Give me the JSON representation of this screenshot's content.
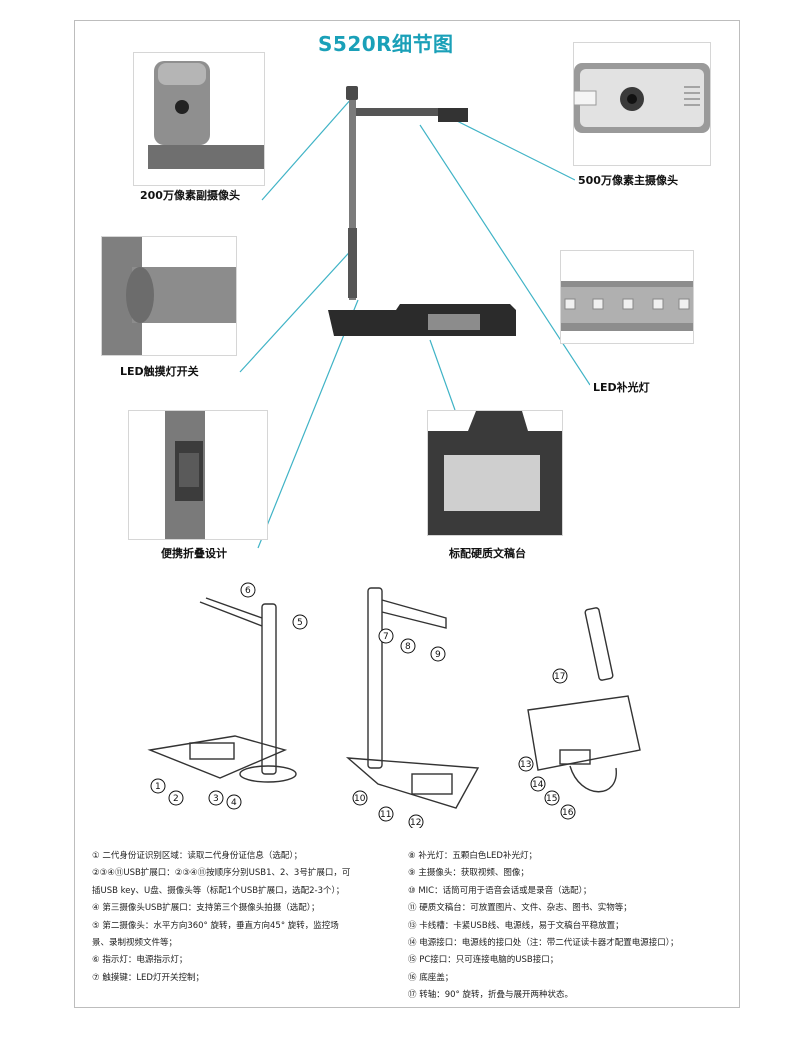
{
  "title": "S520R细节图",
  "callouts": {
    "sub_camera": "200万像素副摄像头",
    "main_camera": "500万像素主摄像头",
    "led_switch": "LED触摸灯开关",
    "led_light": "LED补光灯",
    "folding": "便携折叠设计",
    "document_base": "标配硬质文稿台"
  },
  "diagram_numbers": [
    "1",
    "2",
    "3",
    "4",
    "5",
    "6",
    "7",
    "8",
    "9",
    "10",
    "11",
    "12",
    "13",
    "14",
    "15",
    "16",
    "17"
  ],
  "legend_left": [
    "① 二代身份证识别区域：读取二代身份证信息（选配）；",
    "②③④⑪USB扩展口：②③④⑪按顺序分别USB1、2、3号扩展口，可",
    "插USB key、U盘、摄像头等（标配1个USB扩展口，选配2-3个）；",
    "④ 第三摄像头USB扩展口：支持第三个摄像头拍摄（选配）；",
    "⑤ 第二摄像头：水平方向360° 旋转，垂直方向45° 旋转，监控场",
    "景、录制视频文件等；",
    "⑥ 指示灯：电源指示灯；",
    "⑦ 触摸键：LED灯开关控制；"
  ],
  "legend_right": [
    "⑧ 补光灯：五颗白色LED补光灯；",
    "⑨ 主摄像头：获取视频、图像；",
    "⑩ MIC：话筒可用于语音会话或是录音（选配）；",
    "⑪ 硬质文稿台：可放置图片、文件、杂志、图书、实物等；",
    "⑬ 卡线槽：卡紧USB线、电源线，易于文稿台平稳放置；",
    "⑭ 电源接口：电源线的接口处（注：带二代证读卡器才配置电源接口）；",
    "⑮ PC接口：只可连接电脑的USB接口；",
    "⑯ 底座盖；",
    "⑰ 转轴：90° 旋转，折叠与展开两种状态。"
  ]
}
